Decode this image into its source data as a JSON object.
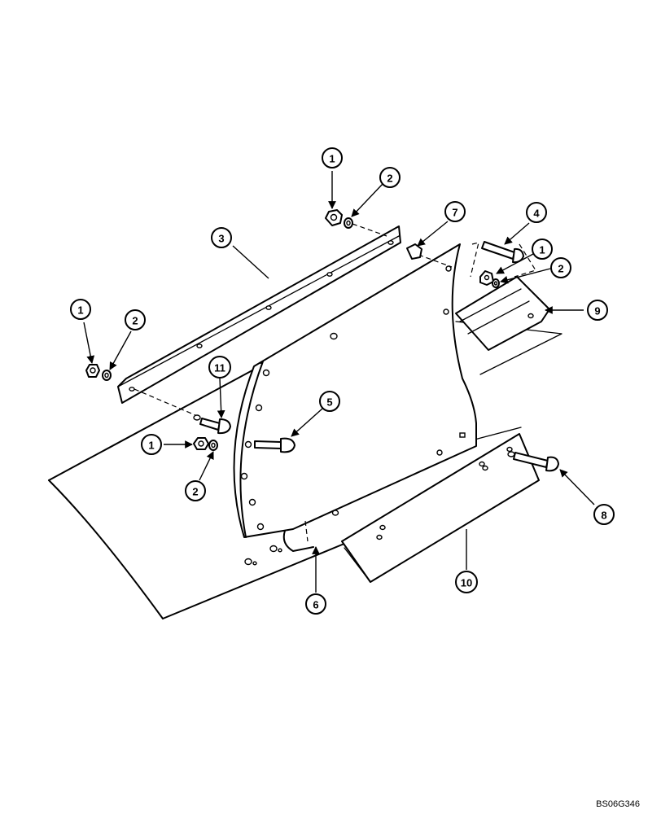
{
  "drawing_code": "BS06G346",
  "callouts": {
    "c1_top": "1",
    "c2_top": "2",
    "c3": "3",
    "c7": "7",
    "c4": "4",
    "c1_right": "1",
    "c2_right": "2",
    "c9": "9",
    "c1_left": "1",
    "c2_left": "2",
    "c11": "11",
    "c5": "5",
    "c1_mid": "1",
    "c2_mid": "2",
    "c8": "8",
    "c10": "10",
    "c6": "6"
  }
}
